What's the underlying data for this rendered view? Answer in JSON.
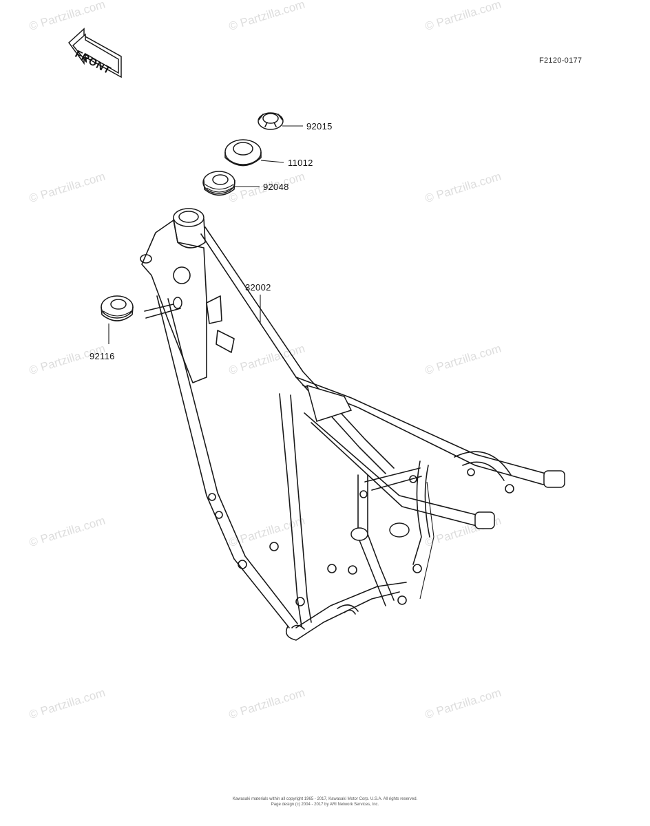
{
  "diagram_code": "F2120-0177",
  "front_arrow": {
    "label": "FRONT"
  },
  "parts": [
    {
      "number": "92015"
    },
    {
      "number": "11012"
    },
    {
      "number": "92048"
    },
    {
      "number": "32002"
    },
    {
      "number": "92116"
    }
  ],
  "watermark": "© Partzilla.com",
  "footer": {
    "line1": "Kawasaki materials within all copyright 1965 - 2017, Kawasaki Motor Corp. U.S.A. All rights reserved.",
    "line2": "Page design (c) 2004 - 2017 by ARI Network Services, Inc."
  }
}
